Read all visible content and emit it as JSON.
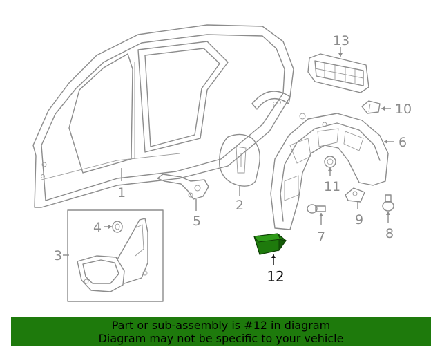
{
  "diagram": {
    "callouts": {
      "c1": "1",
      "c2": "2",
      "c3": "3",
      "c4": "4",
      "c5": "5",
      "c6": "6",
      "c7": "7",
      "c8": "8",
      "c9": "9",
      "c10": "10",
      "c11": "11",
      "c12": "12",
      "c13": "13"
    },
    "highlighted_part": "12",
    "highlight_color": "#1e7a0c",
    "line_color": "#8c8c8c"
  },
  "banner": {
    "line1": "Part or sub-assembly is #12 in diagram",
    "line2": "Diagram may not be specific to your vehicle",
    "background": "#1e7a0c"
  }
}
